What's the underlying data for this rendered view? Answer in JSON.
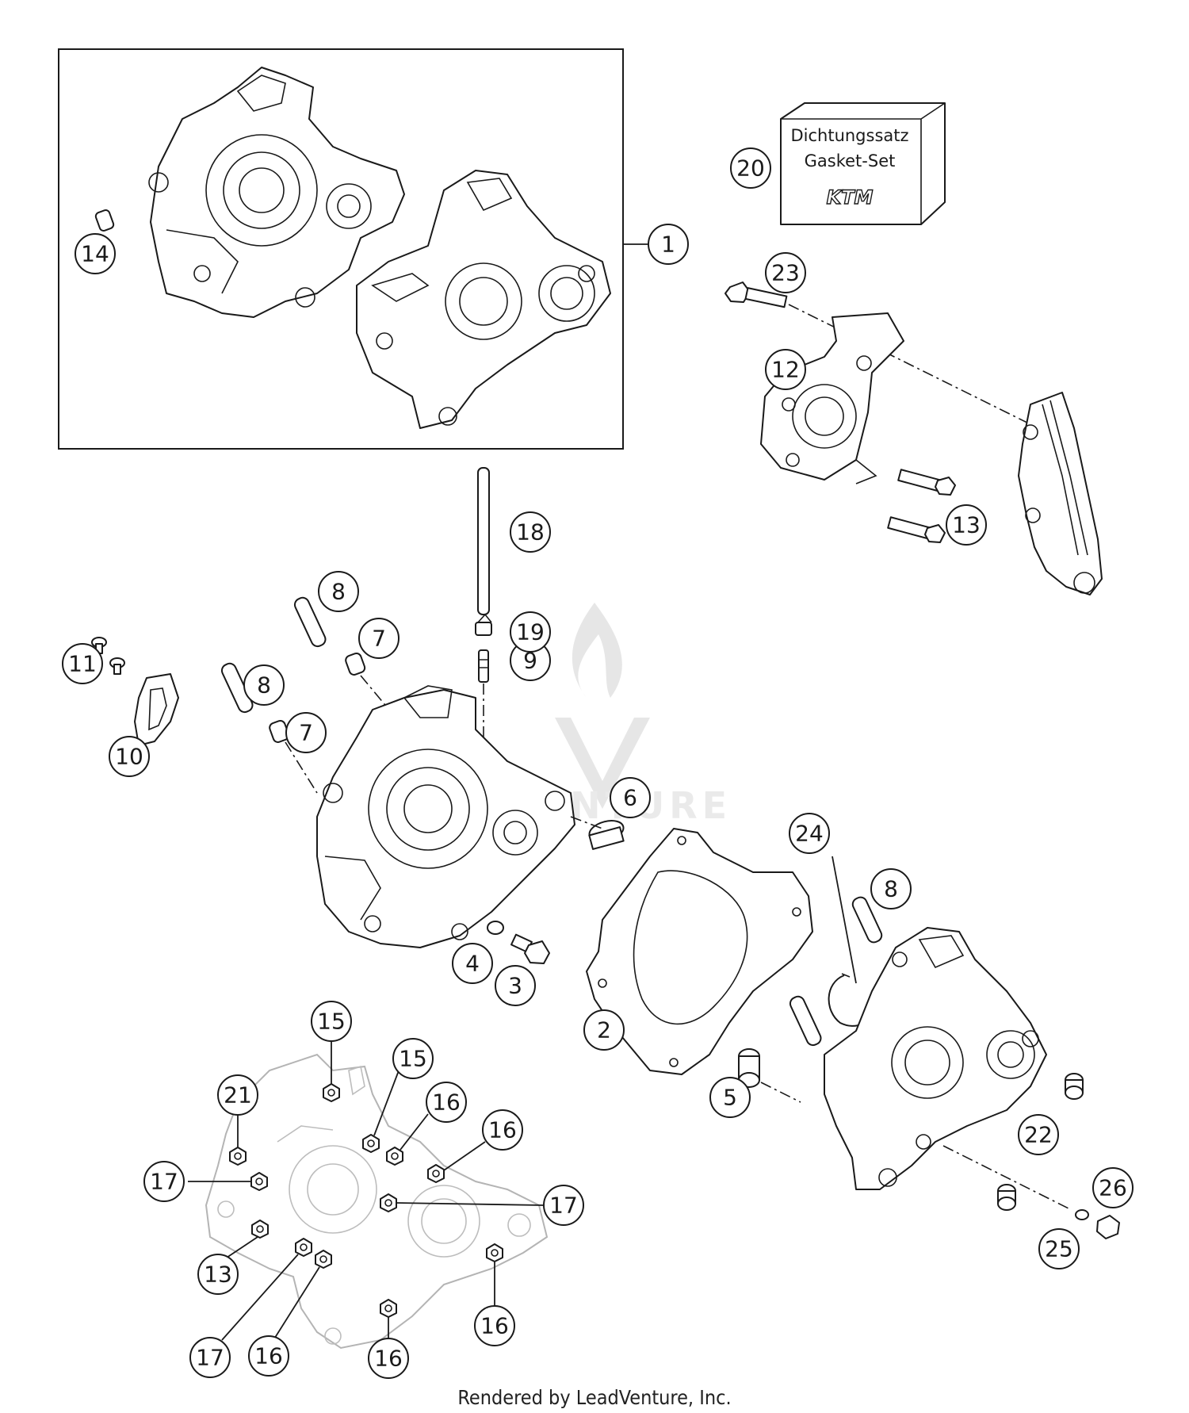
{
  "gasket_box": {
    "line1": "Dichtungssatz",
    "line2": "Gasket-Set",
    "logo": "KTM"
  },
  "watermark": {
    "text": "VENTURE",
    "icon": "flame-chevron-logo"
  },
  "footer": "Rendered by LeadVenture, Inc.",
  "callouts": [
    "1",
    "2",
    "3",
    "4",
    "5",
    "6",
    "7",
    "7",
    "8",
    "8",
    "8",
    "9",
    "10",
    "11",
    "12",
    "13",
    "13",
    "14",
    "15",
    "15",
    "16",
    "16",
    "16",
    "16",
    "16",
    "17",
    "17",
    "17",
    "18",
    "19",
    "20",
    "21",
    "22",
    "23",
    "24",
    "25",
    "26"
  ]
}
